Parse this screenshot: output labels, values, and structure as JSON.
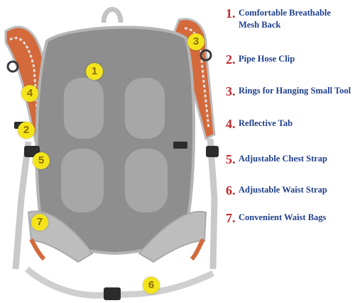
{
  "features": [
    {
      "number": "1.",
      "text": "Comfortable Breathable Mesh Back"
    },
    {
      "number": "2.",
      "text": "Pipe Hose Clip"
    },
    {
      "number": "3.",
      "text": "Rings for Hanging Small Tool"
    },
    {
      "number": "4.",
      "text": "Reflective Tab"
    },
    {
      "number": "5.",
      "text": "Adjustable Chest Strap"
    },
    {
      "number": "6.",
      "text": "Adjustable Waist Strap"
    },
    {
      "number": "7.",
      "text": "Convenient Waist Bags"
    }
  ],
  "markers": [
    "1",
    "2",
    "3",
    "4",
    "5",
    "6",
    "7"
  ],
  "colors": {
    "number": "#c0282d",
    "label": "#1f3f8c",
    "marker": "#f4e41c",
    "strap_accent": "#d46a3c",
    "mesh": "#8e8e8e"
  }
}
